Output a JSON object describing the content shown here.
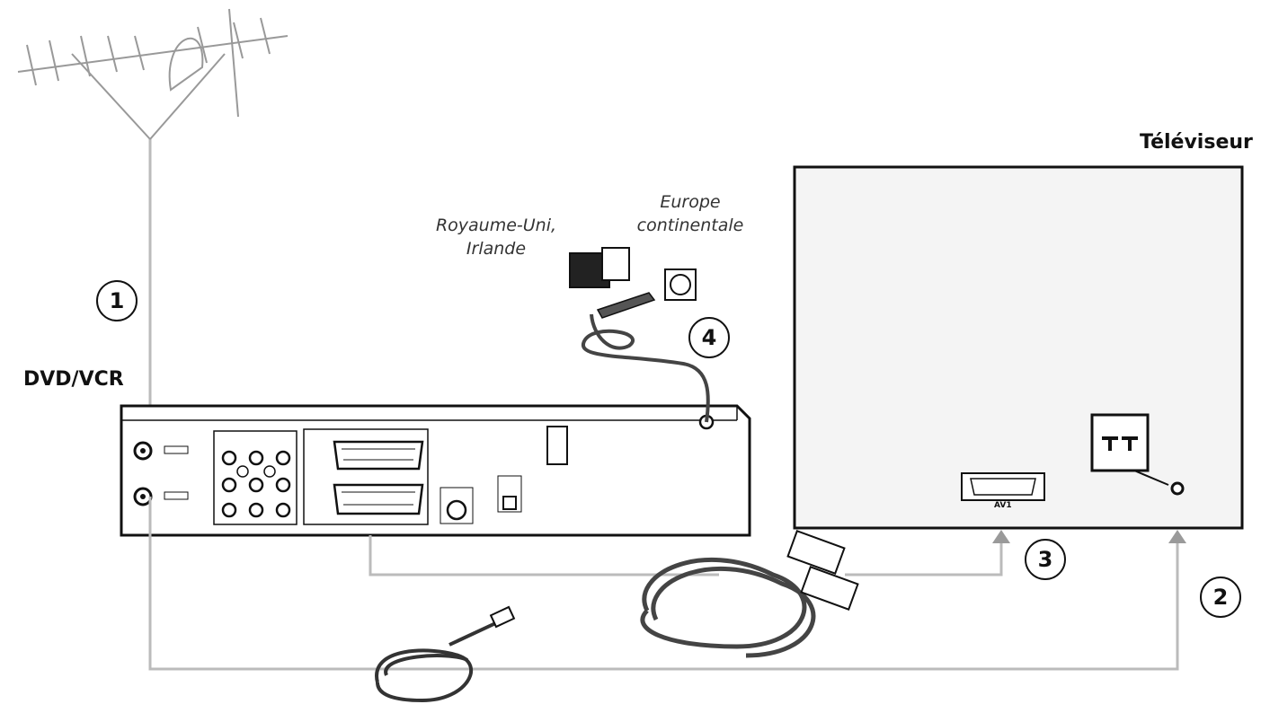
{
  "labels": {
    "tv_title": "Téléviseur",
    "device_title": "DVD/VCR",
    "uk_ireland_line1": "Royaume-Uni,",
    "uk_ireland_line2": "Irlande",
    "europe_line1": "Europe",
    "europe_line2": "continentale",
    "tv_av_port": "AV1"
  },
  "steps": [
    "1",
    "2",
    "3",
    "4"
  ],
  "colors": {
    "line": "#111111",
    "cable": "#b8b8b8",
    "arrow": "#9a9a9a",
    "tv_fill": "#f4f4f4"
  }
}
